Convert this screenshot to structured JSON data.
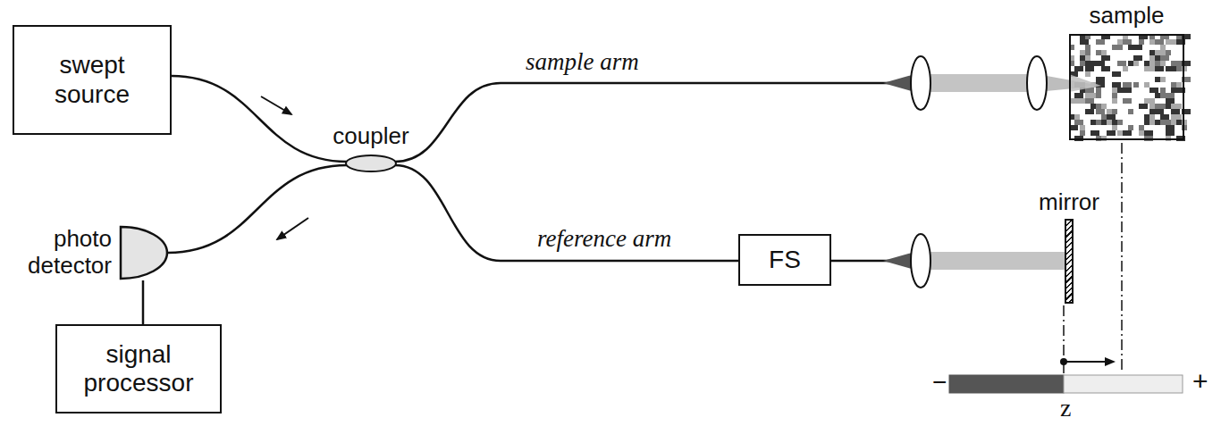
{
  "diagram": {
    "nodes": [
      {
        "text": [
          "swept source"
        ]
      },
      {
        "text": [
          "coupler"
        ]
      },
      {
        "text": [
          "sample"
        ]
      },
      {
        "text": [
          "photo detector"
        ]
      },
      {
        "text": [
          "FS"
        ]
      },
      {
        "text": [
          "mirror"
        ]
      },
      {
        "text": [
          "signal processor"
        ]
      }
    ],
    "edges": [
      {
        "from": 0,
        "to": 1,
        "arrow": "none"
      },
      {
        "from": 1,
        "to": 2,
        "label": "sample arm",
        "arrow": "none"
      },
      {
        "from": 1,
        "to": 4,
        "label": "reference arm",
        "arrow": "none"
      },
      {
        "from": 4,
        "to": 5,
        "arrow": "none"
      },
      {
        "from": 1,
        "to": 3,
        "arrow": "none"
      },
      {
        "from": 3,
        "to": 6,
        "arrow": "none"
      }
    ],
    "labels": [
      "−",
      "+",
      "z"
    ]
  }
}
